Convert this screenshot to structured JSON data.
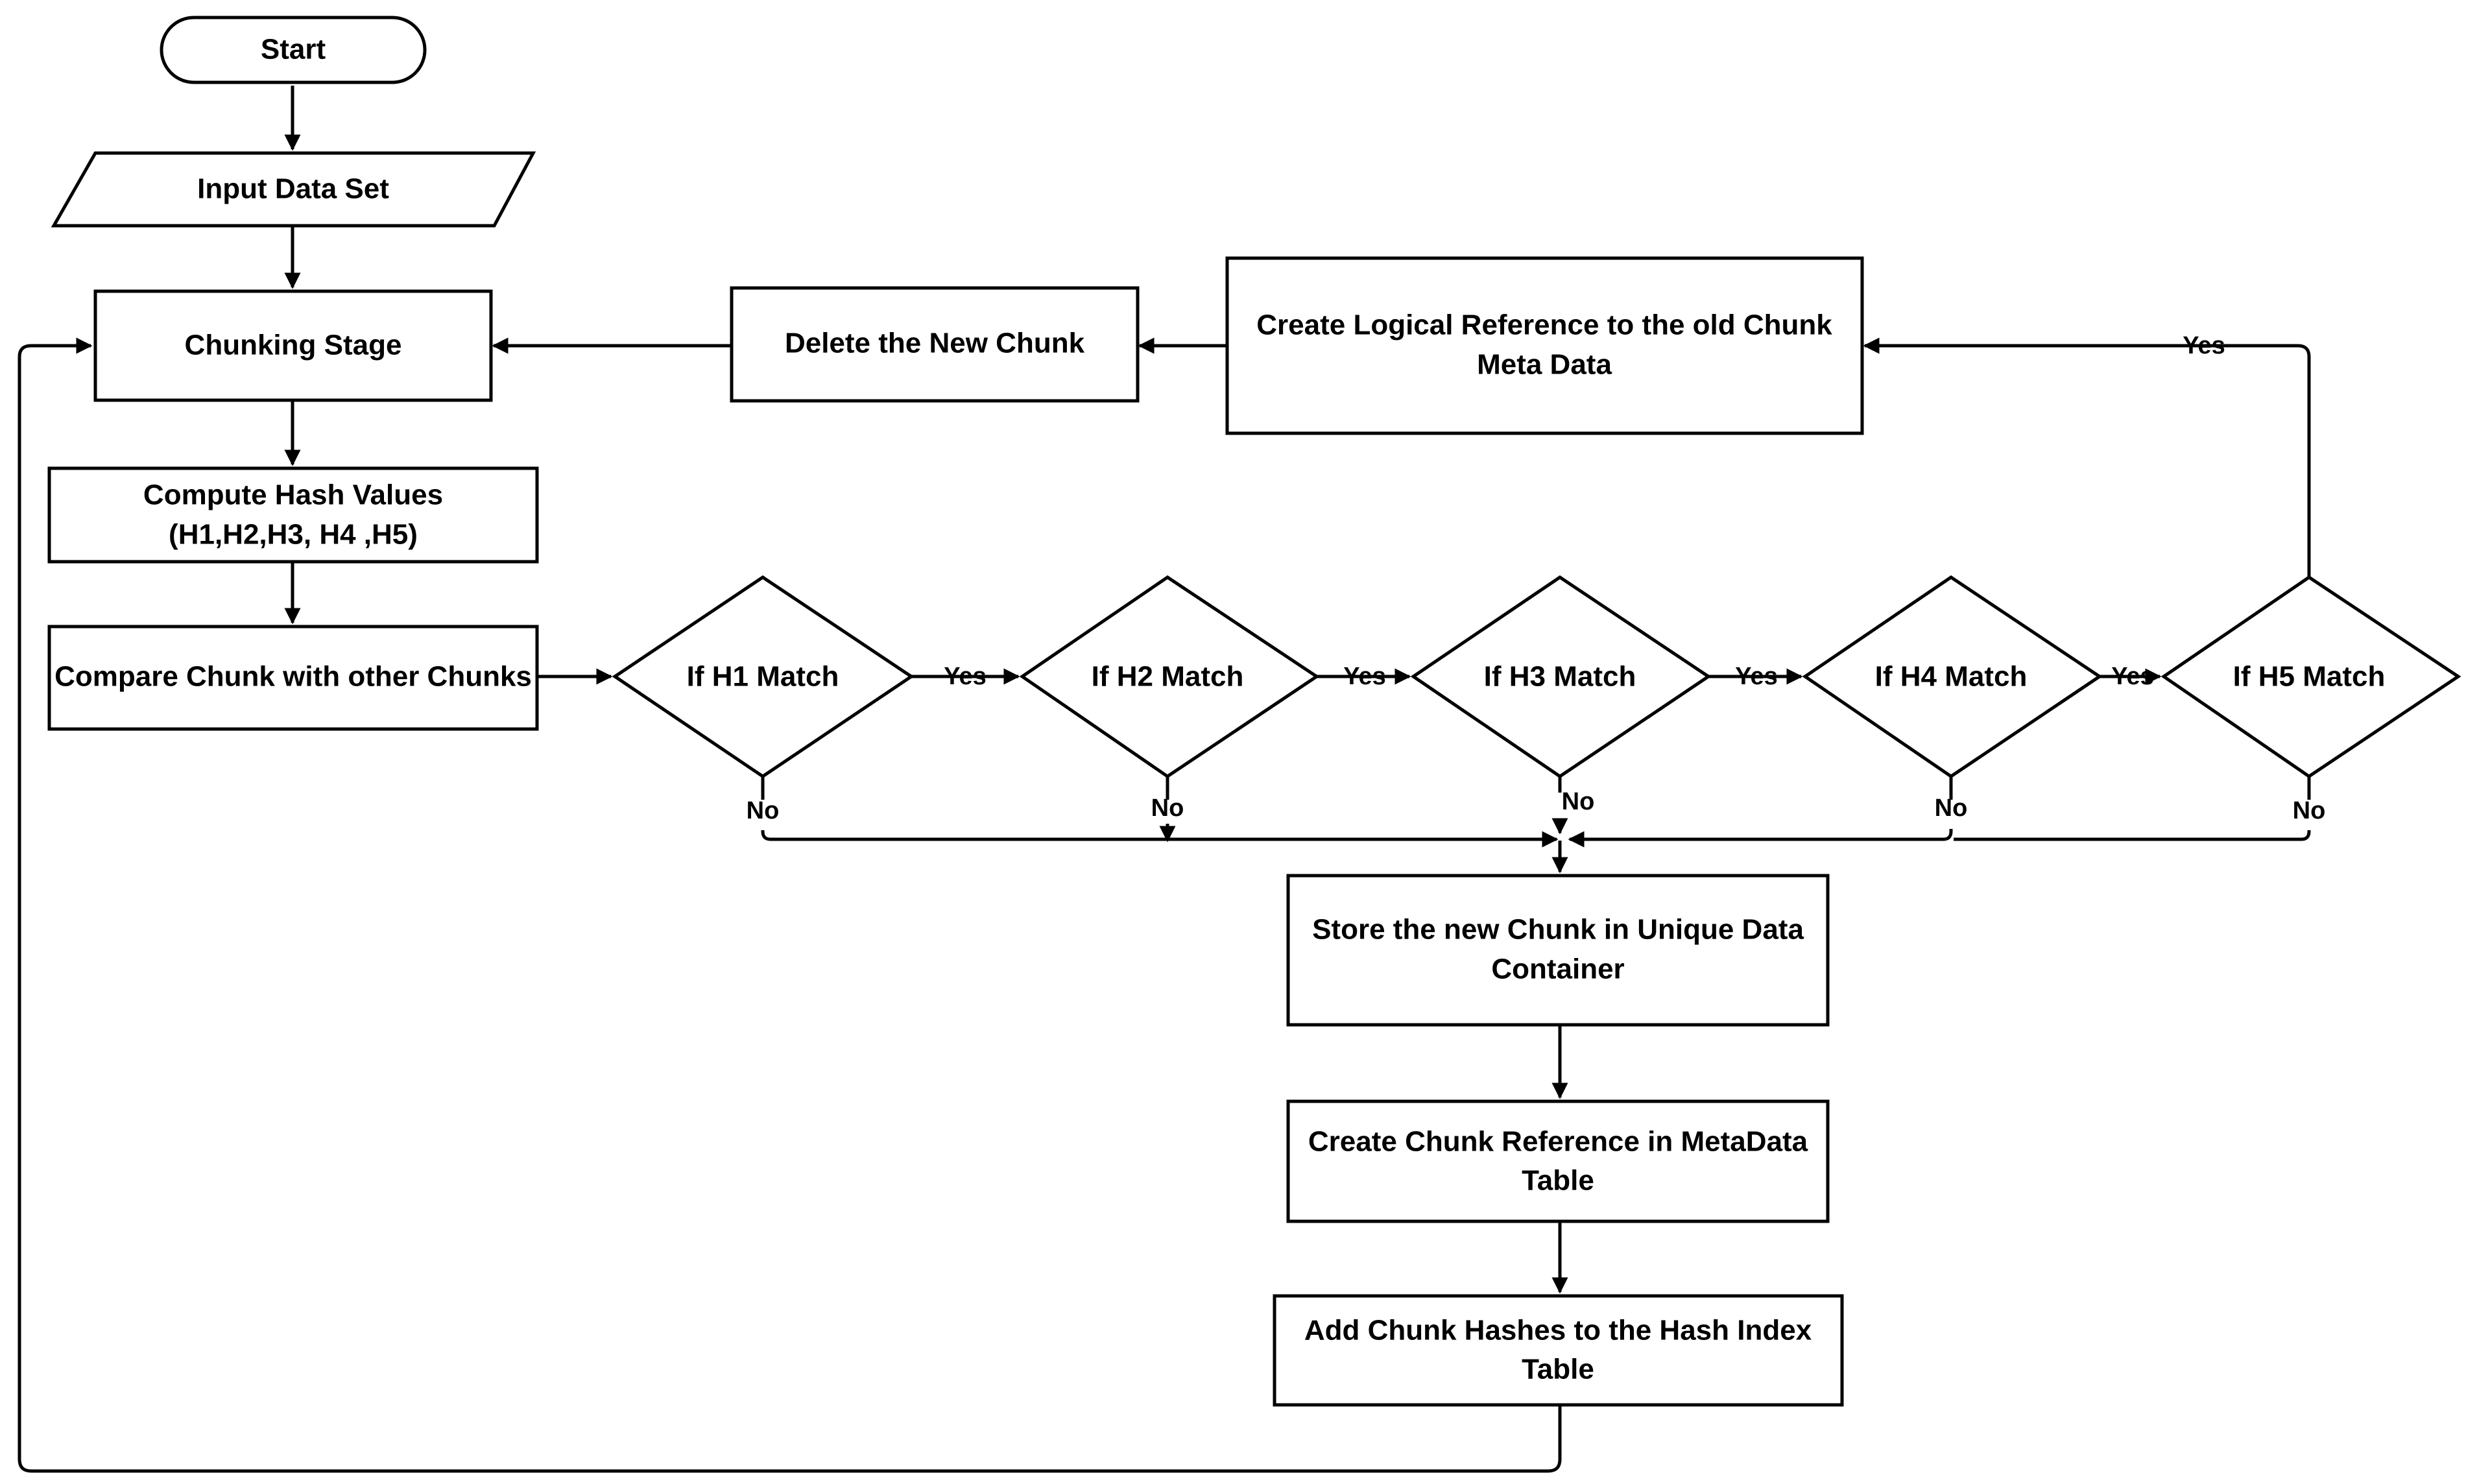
{
  "diagram": {
    "nodes": {
      "start": "Start",
      "input": "Input Data Set",
      "chunking": "Chunking Stage",
      "compute_line1": "Compute Hash Values",
      "compute_line2": "(H1,H2,H3, H4 ,H5)",
      "compare": "Compare Chunk with other Chunks",
      "h1": "If H1 Match",
      "h2": "If H2 Match",
      "h3": "If H3 Match",
      "h4": "If H4 Match",
      "h5": "If H5 Match",
      "logical_line1": "Create Logical Reference to the old Chunk",
      "logical_line2": "Meta Data",
      "delete": "Delete the New Chunk",
      "store_line1": "Store the new Chunk in Unique Data",
      "store_line2": "Container",
      "metaref_line1": "Create Chunk Reference in MetaData",
      "metaref_line2": "Table",
      "hashidx_line1": "Add Chunk Hashes to the Hash Index",
      "hashidx_line2": "Table"
    },
    "edge_labels": {
      "yes": "Yes",
      "no": "No"
    }
  }
}
